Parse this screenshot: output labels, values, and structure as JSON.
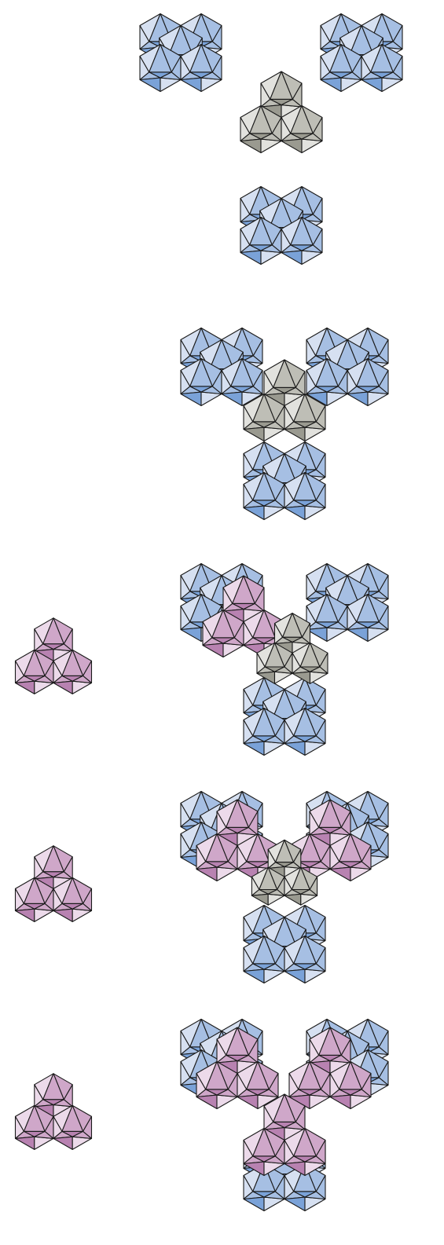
{
  "figure": {
    "background": "#ffffff",
    "edge_color": "#1a1a1a"
  },
  "palettes": {
    "blue": {
      "light": "#d6e0f1",
      "mid": "#a6bfe3",
      "dark": "#7aa2d8"
    },
    "gray": {
      "light": "#e2e2de",
      "mid": "#bebeb6",
      "dark": "#9a9a90"
    },
    "pink": {
      "light": "#ecdaea",
      "mid": "#cfa7c9",
      "dark": "#b882b1"
    }
  },
  "panels": [
    {
      "id": "panel-1-parts",
      "items": [
        {
          "name": "blue-cluster-left",
          "palette": "blue",
          "shape": "double"
        },
        {
          "name": "gray-core",
          "palette": "gray",
          "shape": "triple"
        },
        {
          "name": "blue-cluster-right",
          "palette": "blue",
          "shape": "double"
        },
        {
          "name": "blue-cluster-bottom",
          "palette": "blue",
          "shape": "double"
        }
      ]
    },
    {
      "id": "panel-2-assembled",
      "items": [
        {
          "name": "assembly-blue",
          "palette": "blue",
          "shape": "assembly"
        },
        {
          "name": "assembly-core",
          "palette": "gray",
          "shape": "triple"
        }
      ]
    },
    {
      "id": "panel-3-pink-step1",
      "items": [
        {
          "name": "pink-piece-1",
          "palette": "pink",
          "shape": "triple"
        },
        {
          "name": "assembly-blue",
          "palette": "blue",
          "shape": "assembly"
        }
      ]
    },
    {
      "id": "panel-4-pink-step2",
      "items": [
        {
          "name": "pink-piece-2",
          "palette": "pink",
          "shape": "triple"
        },
        {
          "name": "assembly-blue",
          "palette": "blue",
          "shape": "assembly"
        }
      ]
    },
    {
      "id": "panel-5-pink-step3",
      "items": [
        {
          "name": "pink-piece-3",
          "palette": "pink",
          "shape": "triple"
        },
        {
          "name": "assembly-blue",
          "palette": "blue",
          "shape": "assembly"
        }
      ]
    }
  ]
}
